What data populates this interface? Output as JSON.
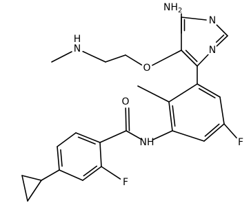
{
  "labels": {
    "nh2": "NH2",
    "n_ring_upper": "N",
    "n_ring_lower": "N",
    "nh_amine": "N",
    "h_amine": "H",
    "o_ether": "O",
    "o_carbonyl": "O",
    "nh_amide": "NH",
    "f_right": "F",
    "f_lower": "F"
  }
}
